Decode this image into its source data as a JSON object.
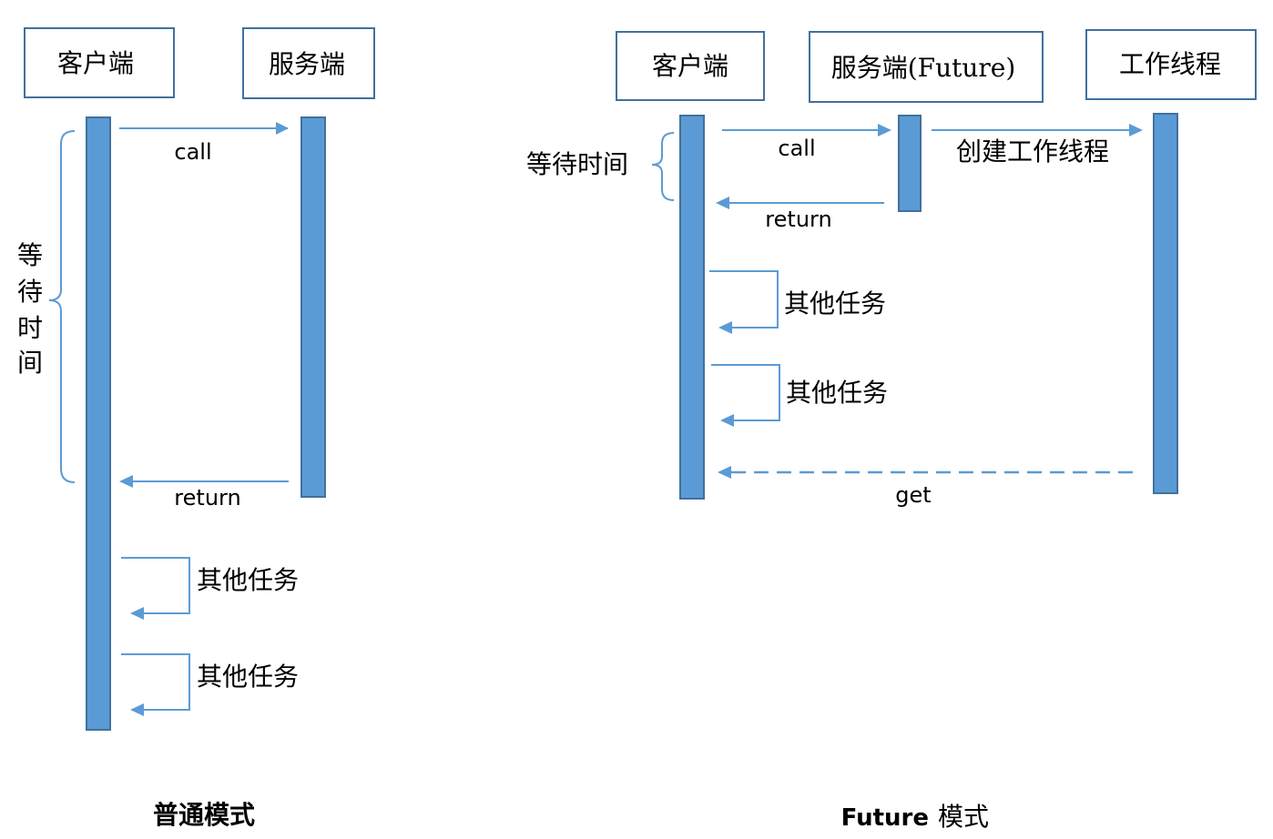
{
  "normal_mode": {
    "title": "普通模式",
    "participants": {
      "client": "客户端",
      "server": "服务端"
    },
    "messages": {
      "call": "call",
      "return": "return"
    },
    "wait_label_chars": [
      "等",
      "待",
      "时",
      "间"
    ],
    "self_tasks": [
      "其他任务",
      "其他任务"
    ]
  },
  "future_mode": {
    "title_latin": "Future",
    "title_cjk": "模式",
    "participants": {
      "client": "客户端",
      "server": "服务端(Future)",
      "worker": "工作线程"
    },
    "messages": {
      "call": "call",
      "return": "return",
      "create_worker": "创建工作线程",
      "get": "get"
    },
    "wait_label": "等待时间",
    "self_tasks": [
      "其他任务",
      "其他任务"
    ]
  },
  "colors": {
    "bar_fill": "#5b9bd5",
    "bar_stroke": "#41719c",
    "arrow": "#5b9bd5"
  }
}
